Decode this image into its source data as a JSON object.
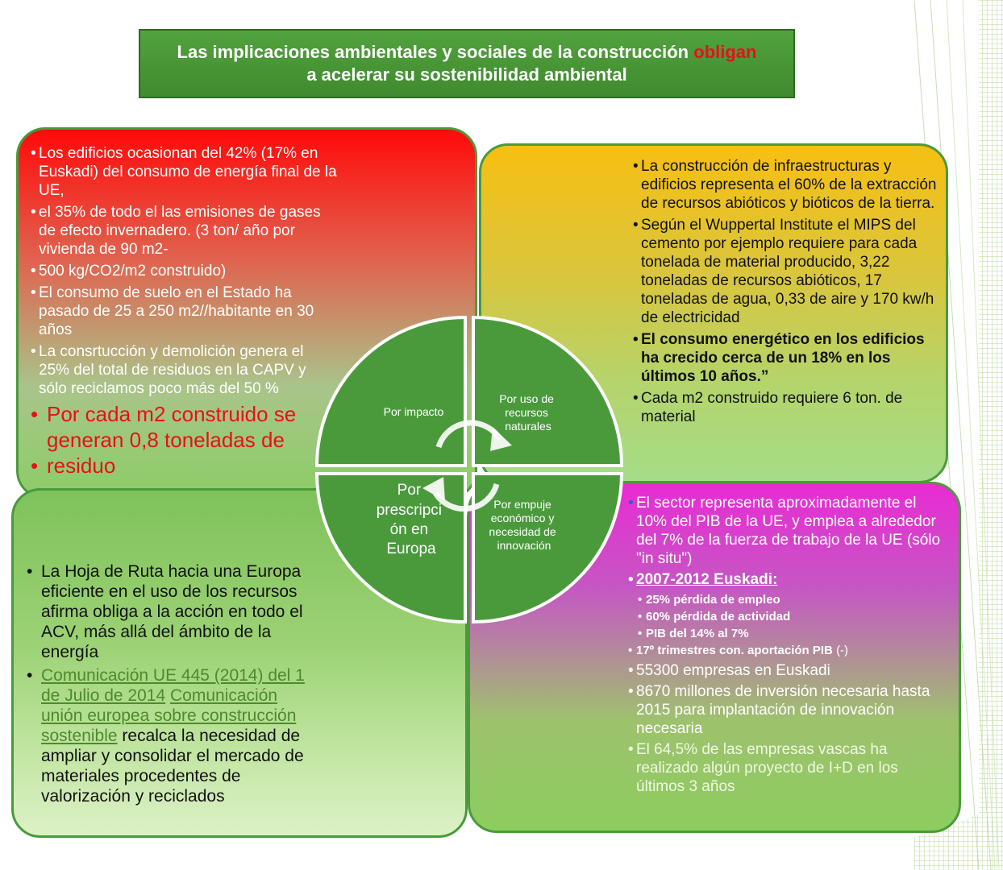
{
  "title": {
    "part1": "Las implicaciones ambientales y sociales de la construcción",
    "highlight": "obligan",
    "part2": "a acelerar su sostenibilidad ambiental"
  },
  "circle": {
    "q1": "Por impacto",
    "q2": [
      "Por uso de",
      "recursos",
      "naturales"
    ],
    "q3": [
      "Por",
      "prescripci",
      "ón en",
      "Europa"
    ],
    "q4": [
      "Por empuje",
      "económico y",
      "necesidad de",
      "innovación"
    ]
  },
  "impacto": {
    "items": [
      "Los edificios ocasionan del 42% (17% en  Euskadi) del consumo de energía final de la UE,",
      "el 35% de todo el  las emisiones de gases de efecto invernadero. (3 ton/ año por vivienda de 90 m2-",
      "500 kg/CO2/m2 construido)",
      "El consumo de suelo en el Estado ha pasado de 25 a 250 m2//habitante en 30 años",
      "La consrtucción y demolición genera el  25% del total de residuos en la CAPV y sólo reciclamos poco más del 50 %"
    ],
    "big1": "Por cada m2 construido se generan 0,8 toneladas de",
    "big2": "residuo"
  },
  "recursos": {
    "items": [
      "La construcción de infraestructuras y edificios representa  el 60% de la extracción de recursos abióticos  y bióticos de la tierra.",
      "Según el Wuppertal Institute el MIPS del cemento por ejemplo requiere para cada tonelada de material producido, 3,22 toneladas de recursos abióticos, 17 toneladas de agua, 0,33 de aire y 170 kw/h de electricidad"
    ],
    "bold_item": "El consumo energético en los edificios ha crecido cerca de un 18% en los últimos 10 años.”",
    "last_item": "Cada m2 construido requiere 6 ton. de material"
  },
  "europa": {
    "item1": "La Hoja de Ruta hacia una Europa eficiente en el uso de los recursos afirma obliga a la acción en todo el ACV, más allá del ámbito de la energía",
    "link1": "Comunicación UE 445 (2014) del 1 de Julio de 2014",
    "link2": "Comunicación unión europea sobre construcción sostenible",
    "item2_rest": "recalca la necesidad de ampliar y consolidar el mercado de materiales procedentes de valorización y reciclados"
  },
  "economico": {
    "first": " El sector representa aproximadamente el 10% del PIB de la UE, y emplea a alrededor del 7% de la fuerza de trabajo de la UE (sólo \"in situ\")",
    "euskadi": "2007-2012 Euskadi:",
    "sub": [
      "25% pérdida de empleo",
      "60% pérdida de actividad",
      "PIB del 14% al 7%"
    ],
    "trimestres": "17º trimestres con. aportación PIB",
    "trimestres_suffix": "(-)",
    "items": [
      "55300 empresas en Euskadi",
      "8670 millones de inversión necesaria hasta 2015 para implantación de innovación necesaria",
      "El 64,5% de las empresas vascas ha realizado algún proyecto de I+D en los últimos 3 años"
    ]
  },
  "colors": {
    "impacto": "#ff0a0a",
    "recursos": "#f7bf12",
    "europa": "#7fc25b",
    "economico": "#e82bd4",
    "circle": "#4a9a3c",
    "highlight": "#e8101a"
  }
}
